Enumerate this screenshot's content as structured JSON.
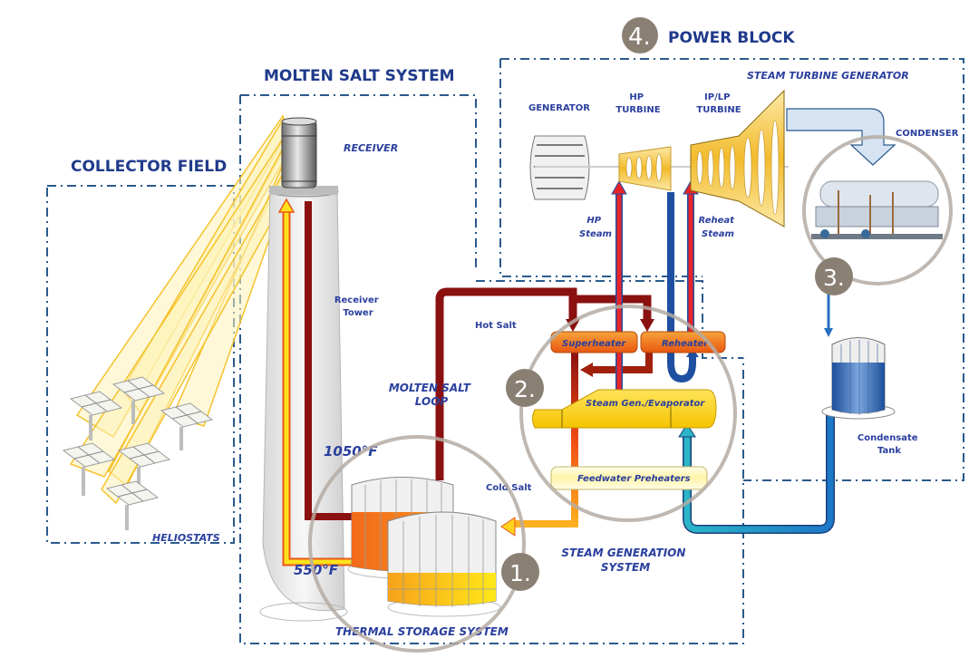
{
  "sections": {
    "collector_field": "COLLECTOR FIELD",
    "molten_salt_system": "MOLTEN SALT SYSTEM",
    "power_block": "POWER BLOCK",
    "power_block_number": "4.",
    "steam_turbine_generator": "STEAM TURBINE GENERATOR",
    "steam_generation_system_line1": "STEAM GENERATION",
    "steam_generation_system_line2": "SYSTEM",
    "thermal_storage_system": "THERMAL STORAGE SYSTEM"
  },
  "labels": {
    "heliostats": "HELIOSTATS",
    "receiver": "RECEIVER",
    "receiver_tower_line1": "Receiver",
    "receiver_tower_line2": "Tower",
    "molten_salt_loop_line1": "MOLTEN SALT",
    "molten_salt_loop_line2": "LOOP",
    "hot_salt": "Hot Salt",
    "cold_salt": "Cold Salt",
    "temp_hot": "1050°F",
    "temp_cold": "550°F",
    "generator": "GENERATOR",
    "hp_turbine_line1": "HP",
    "hp_turbine_line2": "TURBINE",
    "iplp_turbine_line1": "IP/LP",
    "iplp_turbine_line2": "TURBINE",
    "hp_steam_line1": "HP",
    "hp_steam_line2": "Steam",
    "reheat_steam_line1": "Reheat",
    "reheat_steam_line2": "Steam",
    "condenser": "CONDENSER",
    "superheater": "Superheater",
    "reheater": "Reheater",
    "steam_gen_evaporator": "Steam Gen./Evaporator",
    "feedwater_preheaters": "Feedwater Preheaters",
    "condensate_tank_line1": "Condensate",
    "condensate_tank_line2": "Tank"
  },
  "callouts": {
    "thermal_storage": "1.",
    "steam_generation": "2.",
    "condenser": "3."
  },
  "colors": {
    "title_blue": "#1f3a8a",
    "hot_salt": "#8b1010",
    "cold_salt": "#ffd21c",
    "steam_red": "#e8232a",
    "water_blue": "#1f4fa0",
    "callout_gray": "#8a7f73"
  }
}
